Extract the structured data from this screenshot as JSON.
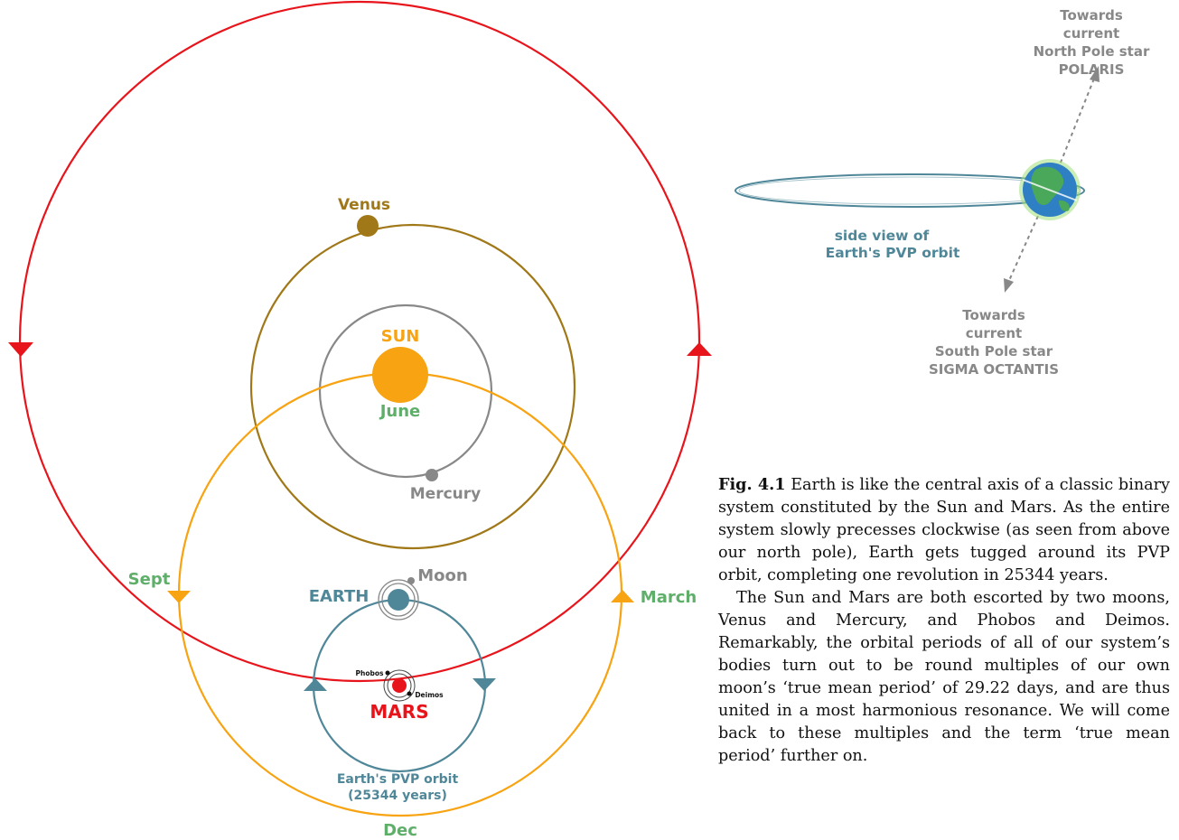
{
  "labels": {
    "venus": "Venus",
    "sun": "SUN",
    "june": "June",
    "mercury": "Mercury",
    "sept": "Sept",
    "march": "March",
    "dec": "Dec",
    "moon": "Moon",
    "earth": "EARTH",
    "phobos": "Phobos",
    "deimos": "Deimos",
    "mars": "MARS",
    "pvp_orbit_line1": "Earth's PVP orbit",
    "pvp_orbit_line2": "(25344 years)"
  },
  "side_view": {
    "label_line1": "side view of",
    "label_line2": "Earth's PVP orbit",
    "north": [
      "Towards",
      "current",
      "North Pole star",
      "POLARIS"
    ],
    "south": [
      "Towards",
      "current",
      "South Pole star",
      "SIGMA OCTANTIS"
    ]
  },
  "caption": {
    "fig_number": "Fig. 4.1",
    "para1": "Earth is like the central axis of a classic binary system constituted by the Sun and Mars. As the entire system slowly precesses clockwise (as seen from above our north pole), Earth gets tugged around its PVP orbit, completing one revolution in 25344 years.",
    "para2": "The Sun and Mars are both escorted by two moons, Venus and Mercury, and Phobos and Deimos. Remarkably, the orbital periods of all of our system’s bodies turn out to be round multiples of our own moon’s ‘true mean period’ of 29.22 days, and are thus united in a most harmonious resonance. We will come back to these multiples and the term ‘true mean period’ further on."
  },
  "colors": {
    "mars_orbit": "#e8141b",
    "venus": "#a07818",
    "mercury": "#888888",
    "sun": "#f7a312",
    "earth": "#4f8799",
    "green_label": "#5fae6a"
  }
}
